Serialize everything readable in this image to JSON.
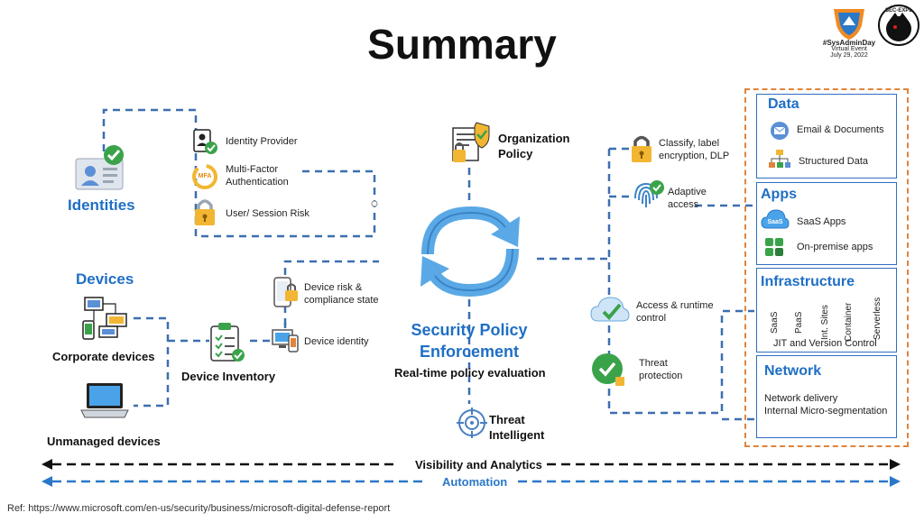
{
  "title": "Summary",
  "badge": {
    "text1": "#SysAdminDay",
    "text2": "Virtual Event",
    "text3": "July 29, 2022",
    "logo_text": "SEC-EXPL"
  },
  "identities": {
    "label": "Identities",
    "items": [
      "Identity Provider",
      "Multi-Factor Authentication",
      "User/ Session Risk"
    ],
    "mfa_icon_text": "MFA"
  },
  "devices": {
    "label": "Devices",
    "corporate": "Corporate devices",
    "unmanaged": "Unmanaged devices",
    "inventory": "Device Inventory",
    "risk": "Device risk & compliance state",
    "identity": "Device identity"
  },
  "center": {
    "org_policy": "Organization Policy",
    "enforcement": "Security Policy Enforcement",
    "realtime": "Real-time policy evaluation",
    "threat_intel": "Threat Intelligent"
  },
  "right_controls": {
    "classify": "Classify, label encryption, DLP",
    "adaptive": "Adaptive access",
    "access": "Access & runtime control",
    "threat": "Threat protection"
  },
  "resources": {
    "data": {
      "title": "Data",
      "items": [
        "Email & Documents",
        "Structured Data"
      ]
    },
    "apps": {
      "title": "Apps",
      "items": [
        "SaaS Apps",
        "On-premise apps"
      ],
      "saas_icon_text": "SaaS"
    },
    "infrastructure": {
      "title": "Infrastructure",
      "columns": [
        "SaaS",
        "PaaS",
        "Int. Sites",
        "Container",
        "Serverless"
      ],
      "footer": "JIT and Version Control"
    },
    "network": {
      "title": "Network",
      "items": [
        "Network delivery",
        "Internal Micro-segmentation"
      ]
    }
  },
  "bottom": {
    "visibility": "Visibility and Analytics",
    "automation": "Automation"
  },
  "ref": "Ref: https://www.microsoft.com/en-us/security/business/microsoft-digital-defense-report",
  "colors": {
    "accent_blue": "#1f6fc5",
    "dash_blue": "#3b6fb0",
    "orange": "#e0843b",
    "green": "#3aa34a",
    "gold": "#f2b632"
  }
}
